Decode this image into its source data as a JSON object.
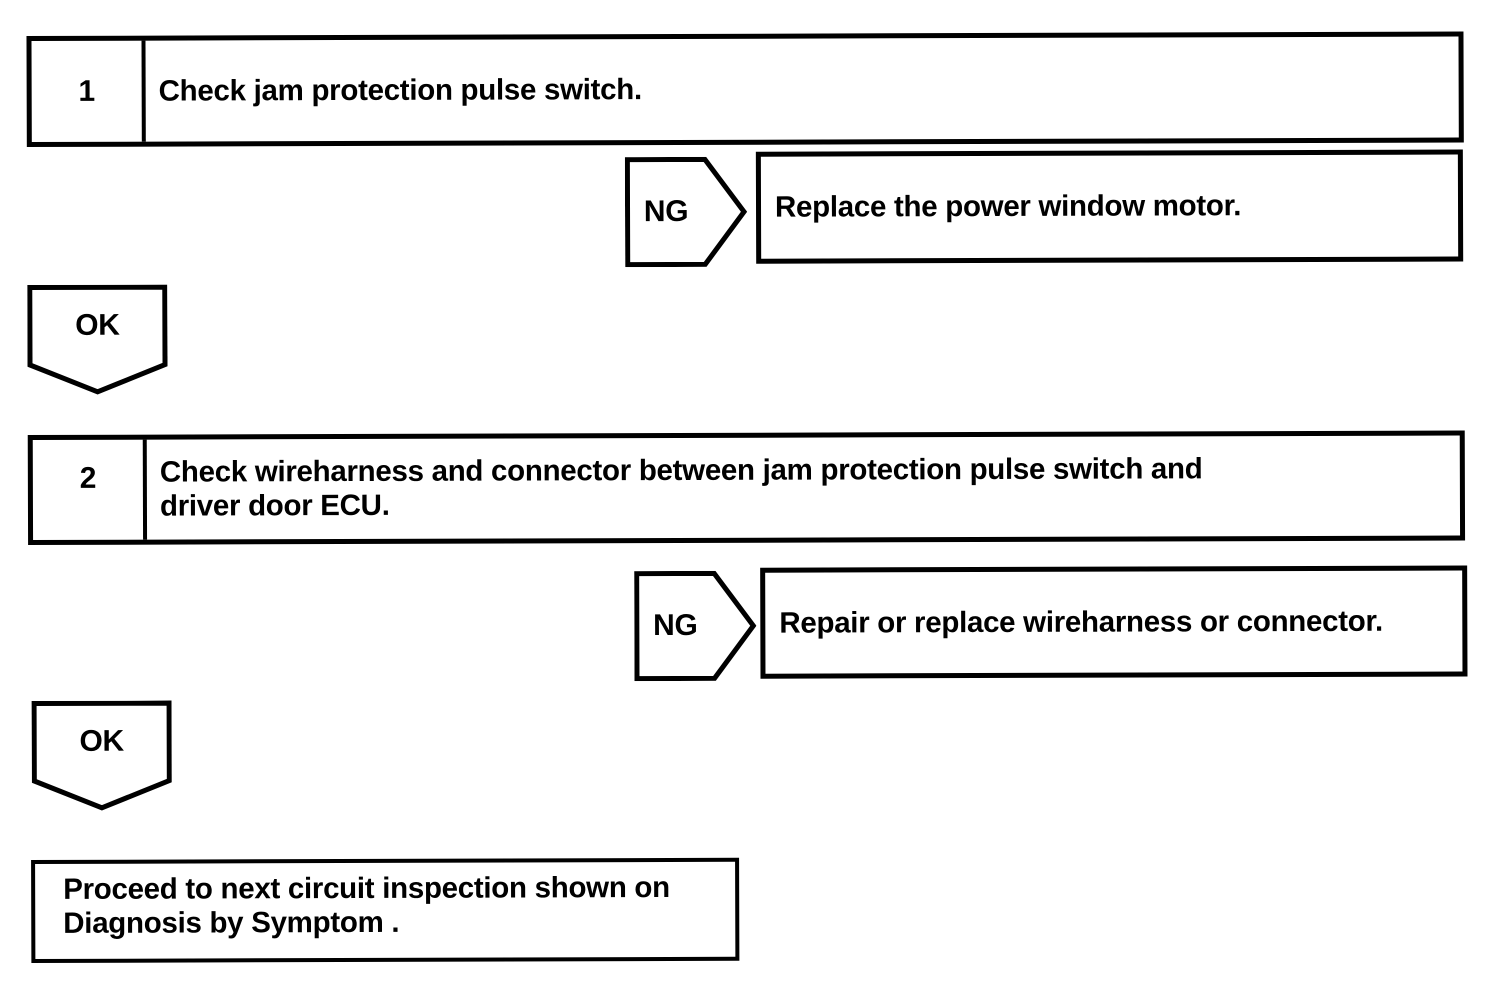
{
  "page": {
    "ink_color": "#000000",
    "paper_color": "#ffffff"
  },
  "steps": [
    {
      "number": "1",
      "instruction_lines": [
        "Check jam protection pulse switch."
      ],
      "ng": {
        "label": "NG",
        "result": "Replace the power window motor."
      },
      "ok": {
        "label": "OK"
      }
    },
    {
      "number": "2",
      "instruction_lines": [
        "Check wireharness and connector between jam protection pulse switch and",
        "driver door ECU."
      ],
      "ng": {
        "label": "NG",
        "result": "Repair or replace wireharness or connector."
      },
      "ok": {
        "label": "OK"
      }
    }
  ],
  "final_box": {
    "lines": [
      "Proceed to next circuit inspection shown on",
      "Diagnosis by Symptom ."
    ]
  }
}
